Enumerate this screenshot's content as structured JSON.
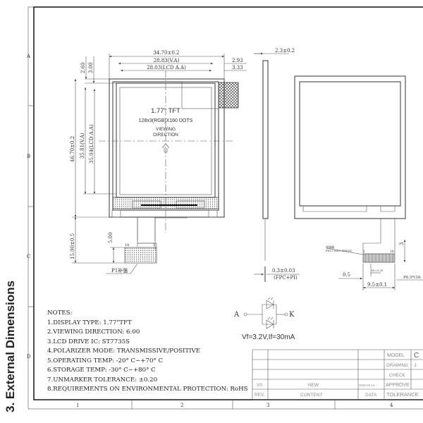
{
  "section_title": "3. External Dimensions",
  "grid": {
    "rows": [
      "A",
      "B",
      "C",
      "D"
    ],
    "columns": [
      "1",
      "2",
      "3",
      "4"
    ]
  },
  "front_view": {
    "width_total": "34.70±0.2",
    "width_va": "28.83(V.A)",
    "width_aa": "28.03(LCD A.A)",
    "right_offset_1": "2.93",
    "right_offset_2": "3.33",
    "top_offset_1": "2.60",
    "top_offset_2": "3.00",
    "height_total": "46.70±0.2",
    "height_va": "35.81(V.A)",
    "height_aa": "35.04(LCD A.A)",
    "fpc_length": "15.00±0.5",
    "fpc_stiffener": "5.00",
    "stiffener_label": "P1补强",
    "pin_first": "18",
    "pin_last": "1",
    "panel_text_1": "1.77\" TFT",
    "panel_text_2": "128x3(RGB)X160 DOTS",
    "panel_text_3": "VIEWING",
    "panel_text_4": "DIRECTION"
  },
  "side_view": {
    "thickness": "2.3±0.2",
    "fpc_thickness": "0.3±0.03",
    "fpc_material": "(FPC+PI)"
  },
  "back_view": {
    "pitch_dim": "0.5",
    "fpc_width": "9.5±0.1",
    "pin_width": "W=0.35",
    "pitch_formula": "P0.5*(16-",
    "height_dim": "3",
    "pin_first": "1",
    "pin_last": "16",
    "callout_1": "连接器",
    "callout_2": "FH12-16S-0.5SH(55)"
  },
  "led_circuit": {
    "anode": "A",
    "cathode": "K",
    "spec": "Vf=3.2V,If=30mA"
  },
  "notes": {
    "title": "NOTES:",
    "items": [
      "1.DISPLAY TYPE:  1.77\"TFT",
      "2.VIEWING DIRECTION: 6:00",
      "3.LCD DRIVE IC: ST7735S",
      "4.POLARIZER MODE: TRANSMISSIVE/POSITIVE",
      "5.OPERATING TEMP: -20° C~+70° C",
      "6.STORAGE TEMP: -30° C~+80° C",
      "7.UNMARKER TOLERANCE: ±0.20",
      "8.REQUIREMENTS ON ENVIRONMENTAL PROTECTION: RoHS"
    ]
  },
  "title_block": {
    "model_label": "MODEL",
    "model_value": "C",
    "drawing_label": "DRAWING",
    "drawing_value": "J:",
    "check_label": "CHECK",
    "approve_label": "APPROVE",
    "tolerance_label": "TOLERANCE",
    "rev_value": "V0",
    "content_value": "NEW",
    "date_value": "2020.02.14",
    "rev_header": "REV.",
    "content_header": "CONTENT",
    "date_header": "DATA"
  }
}
